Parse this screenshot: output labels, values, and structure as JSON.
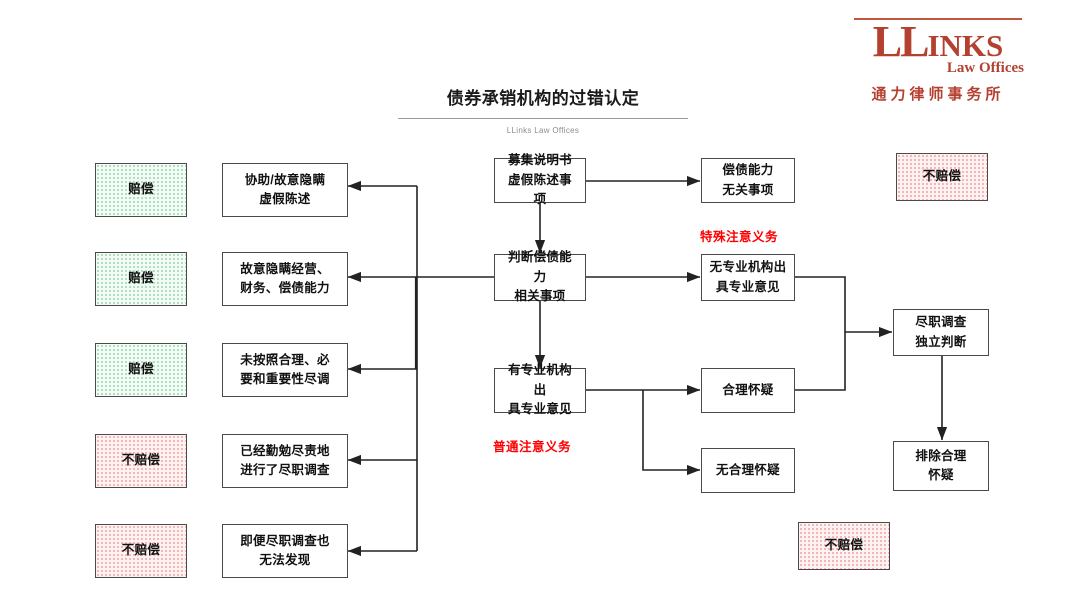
{
  "logo": {
    "ll": "LL",
    "inks": "INKS",
    "sub": "Law Offices",
    "cn": "通力律师事务所",
    "color": "#b4402f"
  },
  "header": {
    "title": "债券承销机构的过错认定",
    "subtitle": "LLinks Law Offices"
  },
  "palette": {
    "green_fill": "#f3fbf5",
    "green_dot": "#9ed3ae",
    "pink_fill": "#fdf2f2",
    "pink_dot": "#f0a3a3",
    "border": "#4a4a4a",
    "line": "#222222",
    "annotation_red": "#ff0000"
  },
  "chart_data": {
    "type": "diagram",
    "title": "债券承销机构的过错认定",
    "nodes": [
      {
        "id": "out1",
        "label": "赔偿",
        "col": "outcome-left",
        "style": "green"
      },
      {
        "id": "out2",
        "label": "赔偿",
        "col": "outcome-left",
        "style": "green"
      },
      {
        "id": "out3",
        "label": "赔偿",
        "col": "outcome-left",
        "style": "green"
      },
      {
        "id": "out4",
        "label": "不赔偿",
        "col": "outcome-left",
        "style": "pink"
      },
      {
        "id": "out5",
        "label": "不赔偿",
        "col": "outcome-left",
        "style": "pink"
      },
      {
        "id": "c1",
        "label": "协助/故意隐瞒\n虚假陈述",
        "col": "conduct",
        "style": "plain"
      },
      {
        "id": "c2",
        "label": "故意隐瞒经营、\n财务、偿债能力",
        "col": "conduct",
        "style": "plain"
      },
      {
        "id": "c3",
        "label": "未按照合理、必\n要和重要性尽调",
        "col": "conduct",
        "style": "plain"
      },
      {
        "id": "c4",
        "label": "已经勤勉尽责地\n进行了尽职调查",
        "col": "conduct",
        "style": "plain"
      },
      {
        "id": "c5",
        "label": "即便尽职调查也\n无法发现",
        "col": "conduct",
        "style": "plain"
      },
      {
        "id": "m1",
        "label": "募集说明书\n虚假陈述事项",
        "col": "main",
        "style": "plain"
      },
      {
        "id": "m2",
        "label": "判断偿债能力\n相关事项",
        "col": "main",
        "style": "plain"
      },
      {
        "id": "m3",
        "label": "有专业机构出\n具专业意见",
        "col": "main",
        "style": "plain"
      },
      {
        "id": "r1",
        "label": "偿债能力\n无关事项",
        "col": "branch",
        "style": "plain"
      },
      {
        "id": "r2",
        "label": "无专业机构出\n具专业意见",
        "col": "branch",
        "style": "plain"
      },
      {
        "id": "r3",
        "label": "合理怀疑",
        "col": "branch",
        "style": "plain"
      },
      {
        "id": "r4",
        "label": "无合理怀疑",
        "col": "branch",
        "style": "plain"
      },
      {
        "id": "f1",
        "label": "尽职调查\n独立判断",
        "col": "far-right",
        "style": "plain"
      },
      {
        "id": "f2",
        "label": "排除合理\n怀疑",
        "col": "far-right",
        "style": "plain"
      },
      {
        "id": "out6",
        "label": "不赔偿",
        "col": "outcome-right-top",
        "style": "pink"
      },
      {
        "id": "out7",
        "label": "不赔偿",
        "col": "outcome-right-bottom",
        "style": "pink"
      }
    ],
    "annotations": [
      {
        "id": "ann1",
        "text": "特殊注意义务",
        "color": "#ff0000"
      },
      {
        "id": "ann2",
        "text": "普通注意义务",
        "color": "#ff0000"
      }
    ],
    "edges": [
      {
        "from": "m1",
        "to": "r1"
      },
      {
        "from": "m1",
        "to": "m2"
      },
      {
        "from": "m2",
        "to": "r2"
      },
      {
        "from": "m2",
        "to": "m3"
      },
      {
        "from": "m2",
        "to": "trunk"
      },
      {
        "from": "m3",
        "to": "r3"
      },
      {
        "from": "m3",
        "to": "r4"
      },
      {
        "from": "trunk",
        "to": "c1"
      },
      {
        "from": "trunk",
        "to": "c2"
      },
      {
        "from": "trunk",
        "to": "c3"
      },
      {
        "from": "trunk",
        "to": "c4"
      },
      {
        "from": "trunk",
        "to": "c5"
      },
      {
        "from": "r2",
        "to": "f1"
      },
      {
        "from": "r3",
        "to": "f1"
      },
      {
        "from": "f1",
        "to": "f2"
      }
    ]
  },
  "nodes": {
    "out1": "赔偿",
    "out2": "赔偿",
    "out3": "赔偿",
    "out4": "不赔偿",
    "out5": "不赔偿",
    "out6": "不赔偿",
    "out7": "不赔偿",
    "c1a": "协助/故意隐瞒",
    "c1b": "虚假陈述",
    "c2a": "故意隐瞒经营、",
    "c2b": "财务、偿债能力",
    "c3a": "未按照合理、必",
    "c3b": "要和重要性尽调",
    "c4a": "已经勤勉尽责地",
    "c4b": "进行了尽职调查",
    "c5a": "即便尽职调查也",
    "c5b": "无法发现",
    "m1a": "募集说明书",
    "m1b": "虚假陈述事项",
    "m2a": "判断偿债能力",
    "m2b": "相关事项",
    "m3a": "有专业机构出",
    "m3b": "具专业意见",
    "r1a": "偿债能力",
    "r1b": "无关事项",
    "r2a": "无专业机构出",
    "r2b": "具专业意见",
    "r3": "合理怀疑",
    "r4": "无合理怀疑",
    "f1a": "尽职调查",
    "f1b": "独立判断",
    "f2a": "排除合理",
    "f2b": "怀疑"
  },
  "annotations": {
    "special_duty": "特殊注意义务",
    "ordinary_duty": "普通注意义务"
  }
}
